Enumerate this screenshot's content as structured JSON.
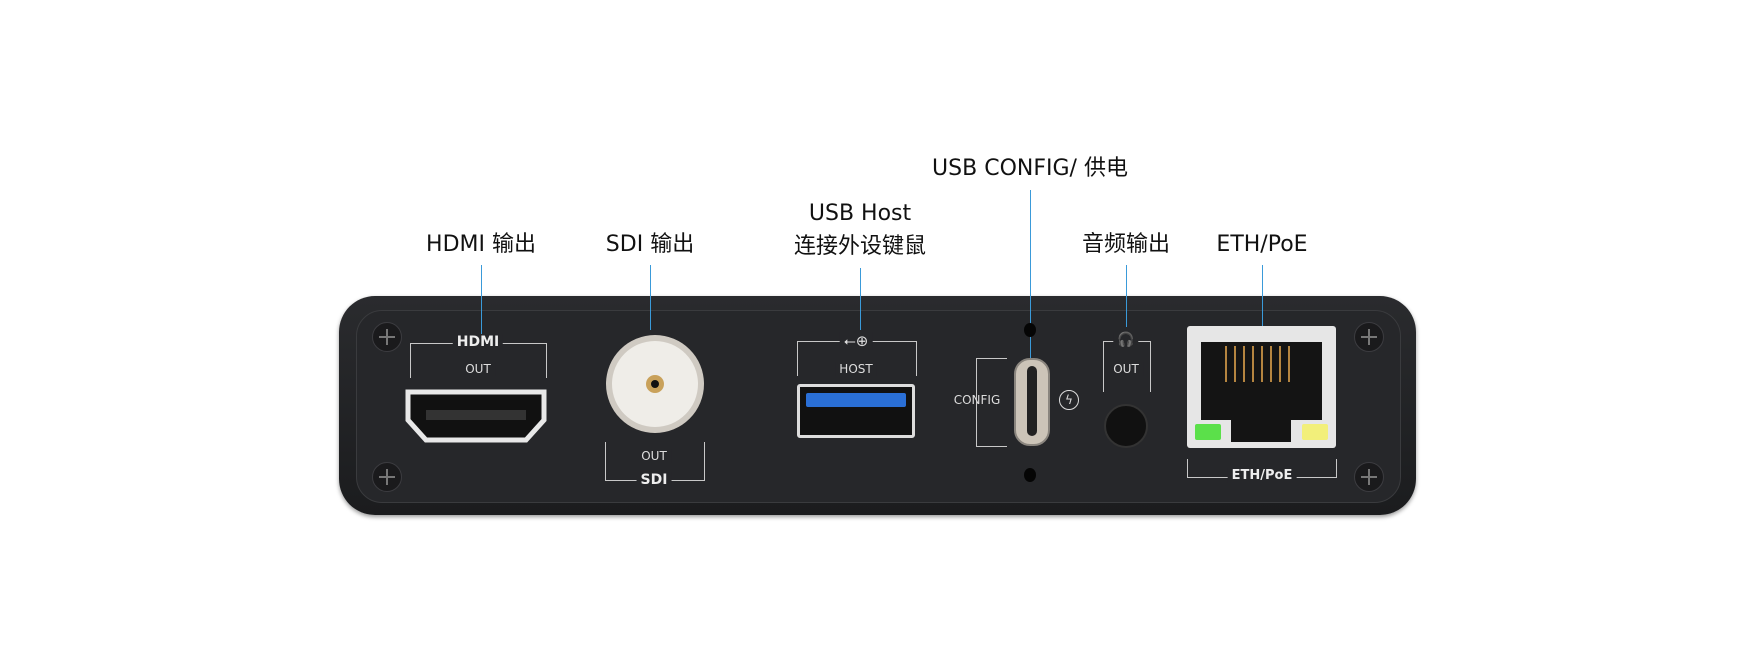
{
  "callouts": {
    "hdmi": "HDMI 输出",
    "sdi": "SDI 输出",
    "usb_host_line1": "USB Host",
    "usb_host_line2": "连接外设键鼠",
    "usb_config": "USB CONFIG/ 供电",
    "audio": "音频输出",
    "eth": "ETH/PoE"
  },
  "panel_labels": {
    "hdmi_title": "HDMI",
    "hdmi_out": "OUT",
    "sdi_out": "OUT",
    "sdi_title": "SDI",
    "host": "HOST",
    "config": "CONFIG",
    "audio_out": "OUT",
    "eth_poe": "ETH/PoE"
  },
  "colors": {
    "callout_line": "#3a9ad9",
    "usb_blue": "#2a6fd6",
    "led_green": "#5be04a",
    "led_yellow": "#f2ef7a"
  }
}
